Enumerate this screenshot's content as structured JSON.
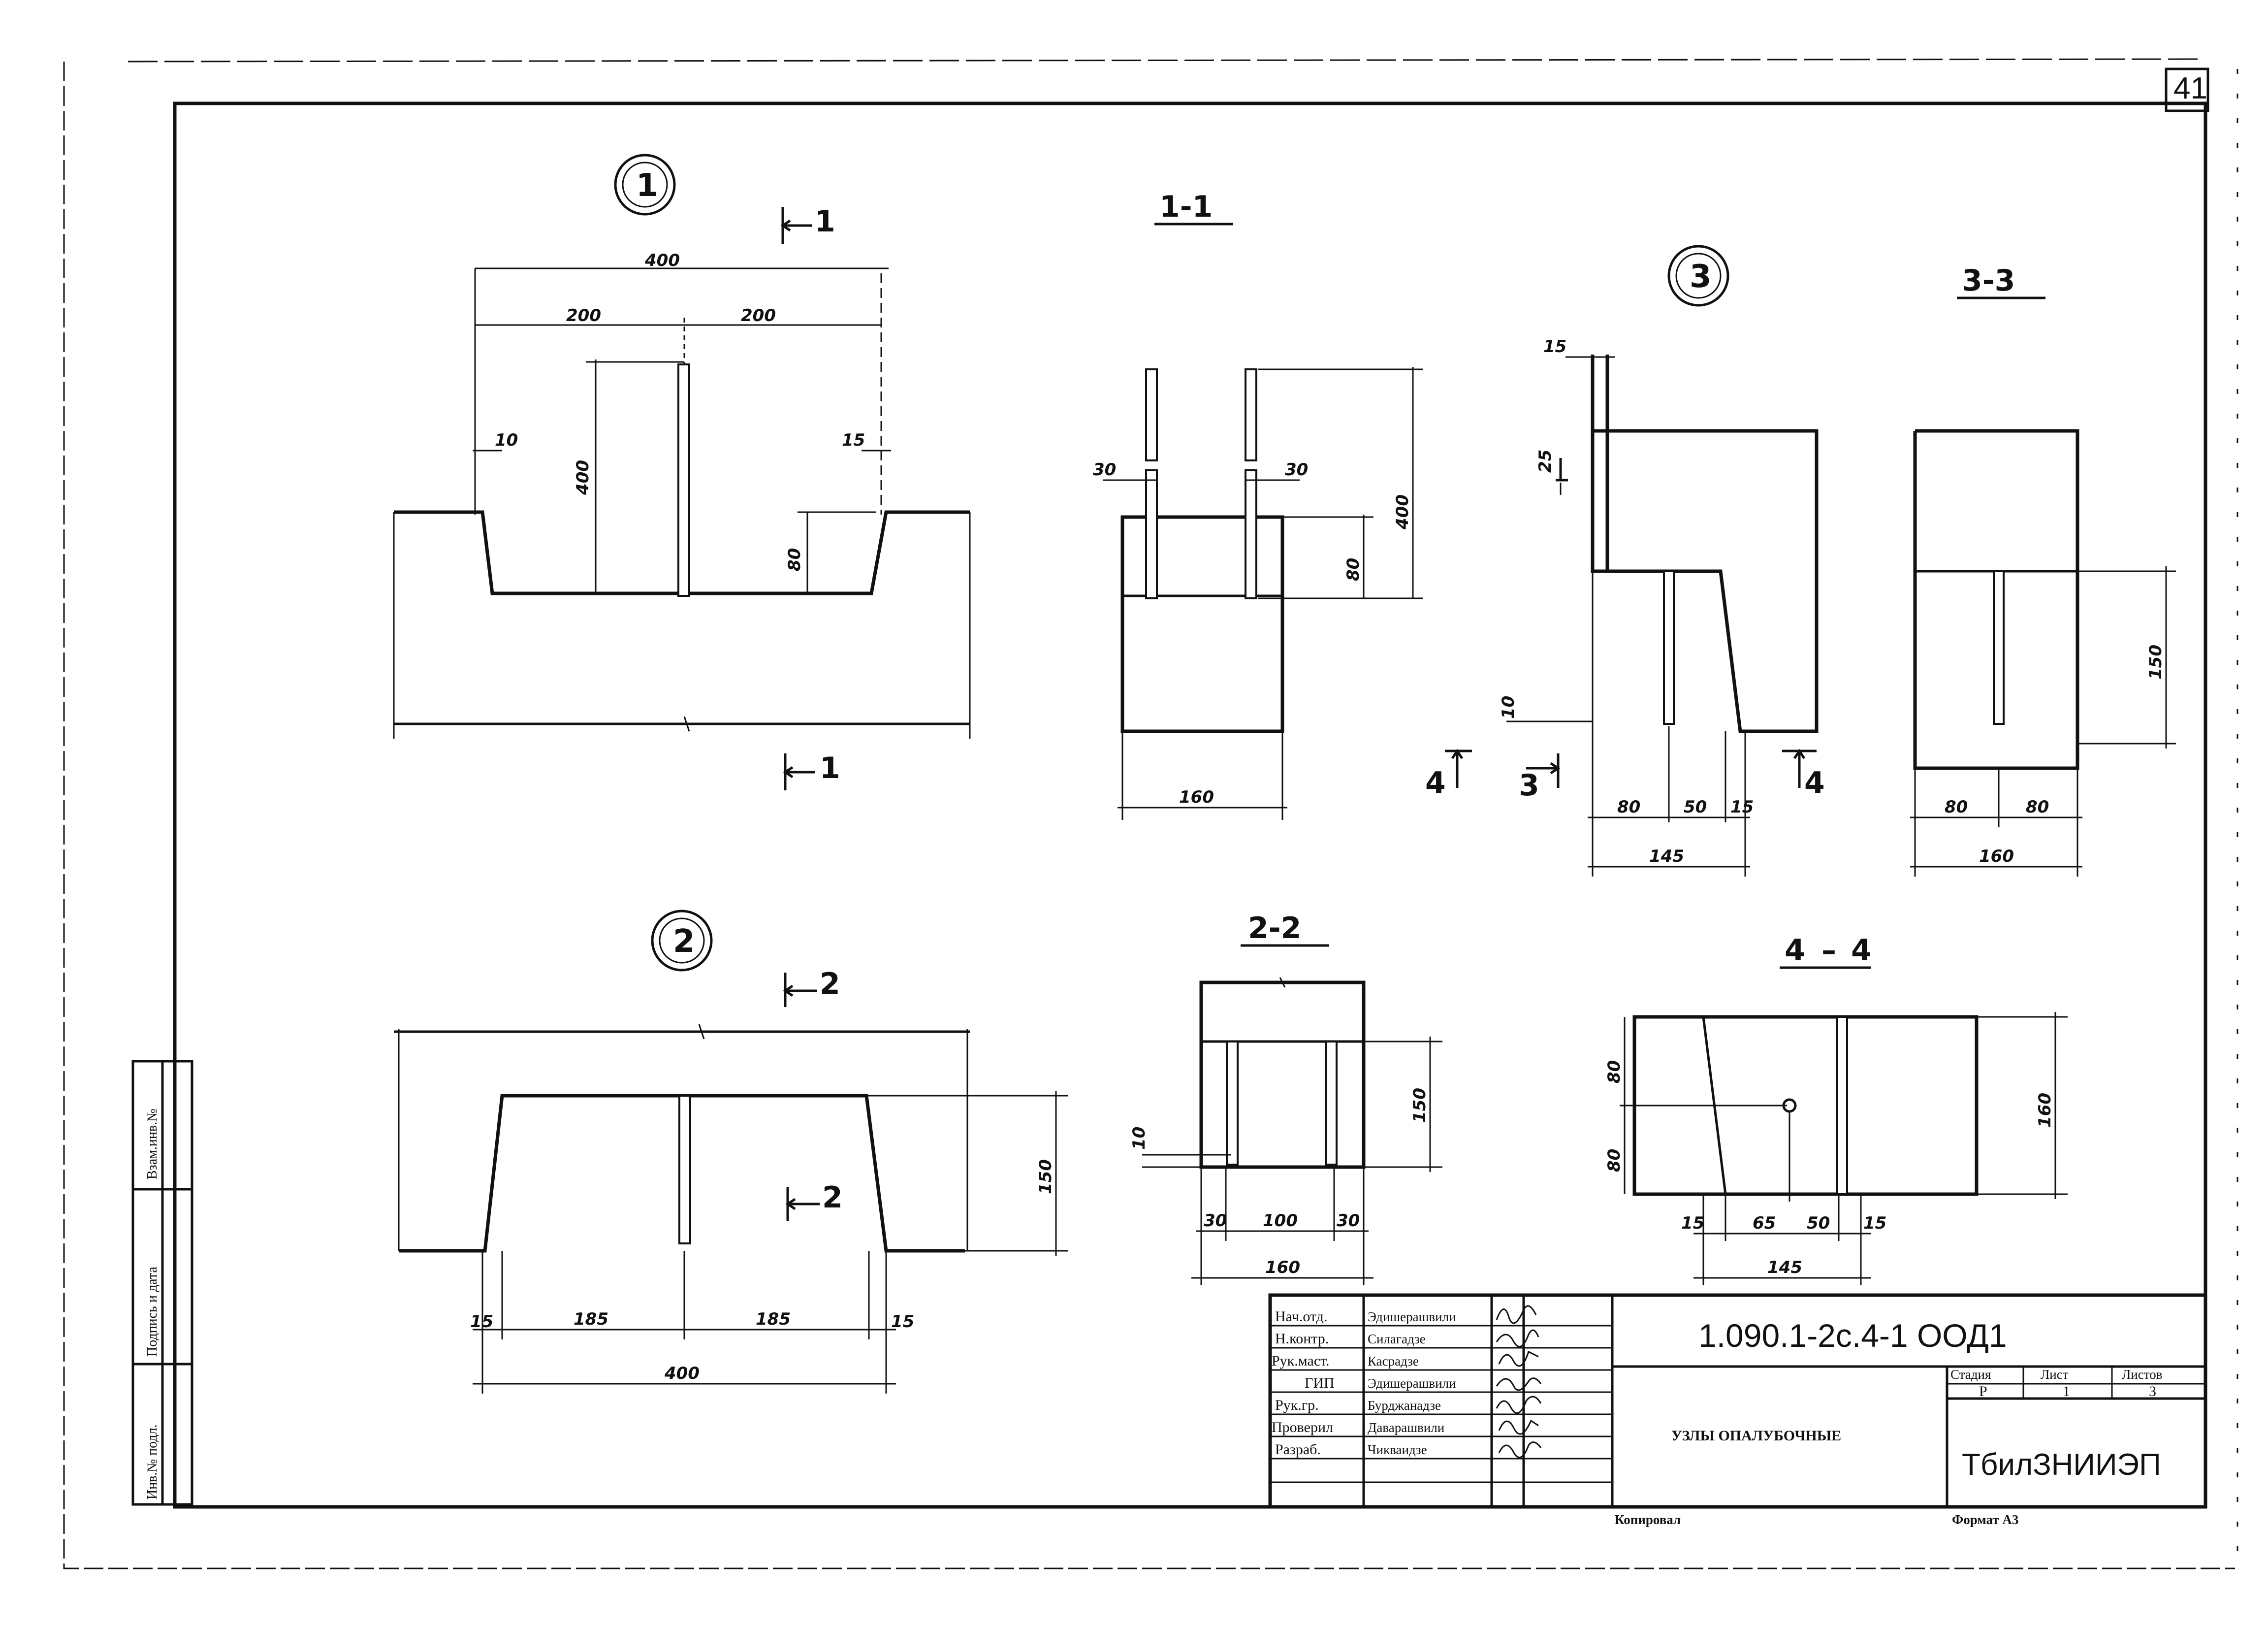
{
  "sheet": {
    "page_no": "41",
    "footer_left": "Копировал",
    "footer_right": "Формат А3"
  },
  "side_stamp": {
    "cols": [
      "Инв.№ подл.",
      "Подпись и дата",
      "Взам.инв.№"
    ]
  },
  "node_labels": {
    "n1": "1",
    "n2": "2",
    "n3": "3"
  },
  "section_titles": {
    "s11": "1-1",
    "s22": "2-2",
    "s33": "3-3",
    "s44": "4-4"
  },
  "cut_marks": {
    "c1": "1",
    "c2": "2",
    "c3": "3",
    "c4": "4"
  },
  "dims": {
    "v1_400": "400",
    "v1_200a": "200",
    "v1_200b": "200",
    "v1_10": "10",
    "v1_15": "15",
    "v1_h400": "400",
    "v1_80": "80",
    "s11_30a": "30",
    "s11_30b": "30",
    "s11_80": "80",
    "s11_400": "400",
    "s11_160": "160",
    "v3_15": "15",
    "v3_25": "25",
    "v3_10": "10",
    "v3_80": "80",
    "v3_50": "50",
    "v3_15b": "15",
    "v3_145": "145",
    "s33_150": "150",
    "s33_80a": "80",
    "s33_80b": "80",
    "s33_160": "160",
    "v2_150": "150",
    "v2_15a": "15",
    "v2_185a": "185",
    "v2_185b": "185",
    "v2_15b": "15",
    "v2_400": "400",
    "s22_10": "10",
    "s22_150": "150",
    "s22_30a": "30",
    "s22_100": "100",
    "s22_30b": "30",
    "s22_160": "160",
    "s44_80a": "80",
    "s44_80b": "80",
    "s44_160": "160",
    "s44_15a": "15",
    "s44_65": "65",
    "s44_50": "50",
    "s44_15b": "15",
    "s44_145": "145"
  },
  "title_block": {
    "code": "1.090.1-2с.4-1 ООД1",
    "title": "УЗЛЫ ОПАЛУБОЧНЫЕ",
    "org": "ТбилЗНИИЭП",
    "stage_hdr": "Стадия",
    "sheet_hdr": "Лист",
    "sheets_hdr": "Листов",
    "stage": "Р",
    "sheet": "1",
    "sheets": "3",
    "rows": [
      {
        "role": "Нач.отд.",
        "name": "Эдишерашвили"
      },
      {
        "role": "Н.контр.",
        "name": "Силагадзе"
      },
      {
        "role": "Рук.маст.",
        "name": "Касрадзе"
      },
      {
        "role": "ГИП",
        "name": "Эдишерашвили"
      },
      {
        "role": "Рук.гр.",
        "name": "Бурджанадзе"
      },
      {
        "role": "Проверил",
        "name": "Даварашвили"
      },
      {
        "role": "Разраб.",
        "name": "Чикваидзе"
      }
    ]
  }
}
